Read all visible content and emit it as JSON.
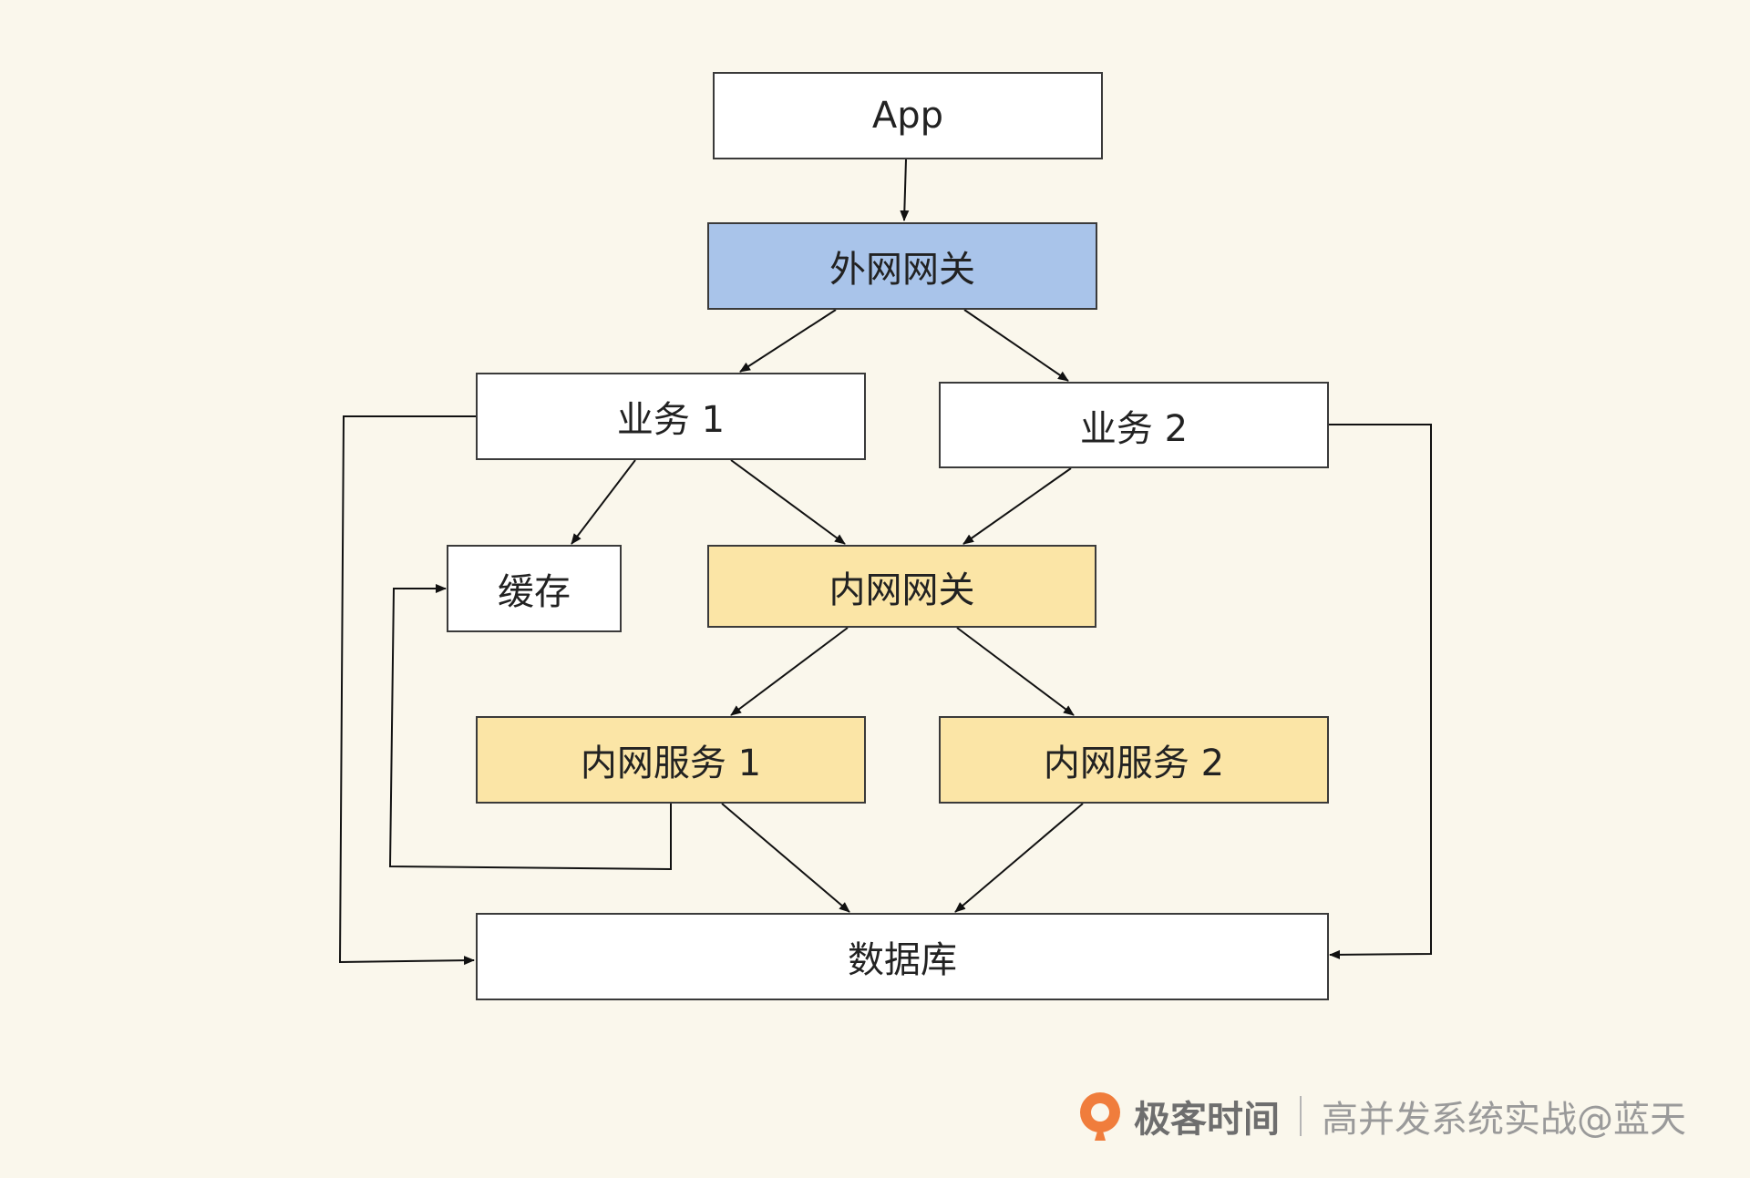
{
  "nodes": {
    "app": {
      "label": "App"
    },
    "external_gateway": {
      "label": "外网网关",
      "fill": "#a9c4ea"
    },
    "business1": {
      "label": "业务 1"
    },
    "business2": {
      "label": "业务 2"
    },
    "cache": {
      "label": "缓存"
    },
    "internal_gateway": {
      "label": "内网网关",
      "fill": "#fbe5a6"
    },
    "internal_service1": {
      "label": "内网服务 1",
      "fill": "#fbe5a6"
    },
    "internal_service2": {
      "label": "内网服务 2",
      "fill": "#fbe5a6"
    },
    "database": {
      "label": "数据库"
    }
  },
  "edges": [
    {
      "from": "app",
      "to": "external_gateway"
    },
    {
      "from": "external_gateway",
      "to": "business1"
    },
    {
      "from": "external_gateway",
      "to": "business2"
    },
    {
      "from": "business1",
      "to": "cache"
    },
    {
      "from": "business1",
      "to": "internal_gateway"
    },
    {
      "from": "business2",
      "to": "internal_gateway"
    },
    {
      "from": "internal_gateway",
      "to": "internal_service1"
    },
    {
      "from": "internal_gateway",
      "to": "internal_service2"
    },
    {
      "from": "internal_service1",
      "to": "database"
    },
    {
      "from": "internal_service2",
      "to": "database"
    },
    {
      "from": "internal_service1",
      "to": "cache"
    },
    {
      "from": "business1",
      "to": "database"
    },
    {
      "from": "business2",
      "to": "database"
    }
  ],
  "footer": {
    "brand": "极客时间",
    "course": "高并发系统实战@蓝天"
  }
}
